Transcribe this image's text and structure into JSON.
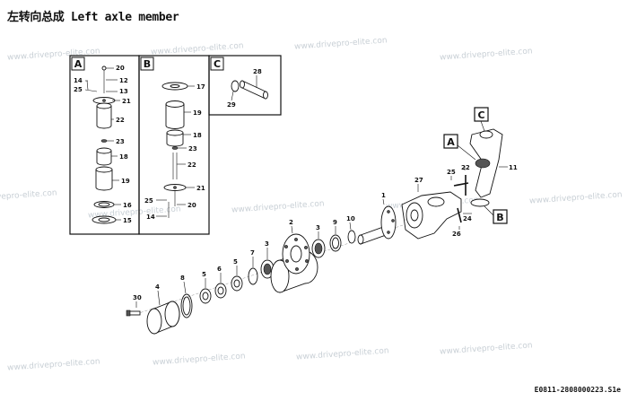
{
  "title": "左转向总成 Left axle member",
  "drawing_code": "E0811-2808000223.S1e",
  "watermark": "www.drivepro-elite.con",
  "boxes": {
    "a": "A",
    "b": "B",
    "c": "C"
  },
  "callouts": {
    "a": "A",
    "b": "B",
    "c": "C"
  },
  "numbers": {
    "n1": "1",
    "n2": "2",
    "n3": "3",
    "n4": "4",
    "n5": "5",
    "n6": "6",
    "n7": "7",
    "n8": "8",
    "n9": "9",
    "n10": "10",
    "n11": "11",
    "n12": "12",
    "n13": "13",
    "n14": "14",
    "n15": "15",
    "n16": "16",
    "n17": "17",
    "n18": "18",
    "n19": "19",
    "n20": "20",
    "n21": "21",
    "n22": "22",
    "n23": "23",
    "n24": "24",
    "n25": "25",
    "n26": "26",
    "n27": "27",
    "n28": "28",
    "n29": "29",
    "n30": "30"
  }
}
